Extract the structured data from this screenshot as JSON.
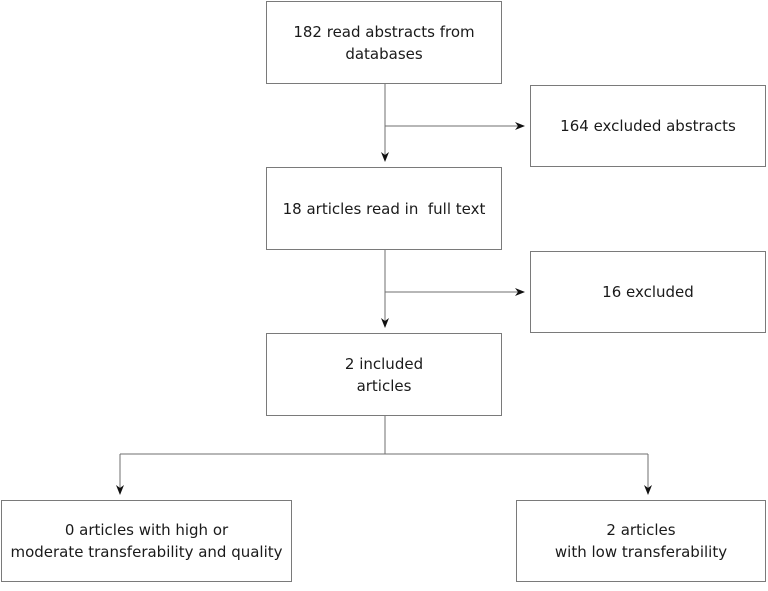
{
  "flowchart": {
    "identified": {
      "lines": [
        "182 read abstracts from",
        "databases"
      ]
    },
    "excluded_abstracts": {
      "lines": [
        "164 excluded abstracts"
      ]
    },
    "full_text": {
      "lines": [
        "18 articles read in  full text"
      ]
    },
    "excluded_full_text": {
      "lines": [
        "16 excluded"
      ]
    },
    "included": {
      "lines": [
        "2 included",
        "articles"
      ]
    },
    "high_quality": {
      "lines": [
        "0 articles with high or",
        "moderate transferability and quality"
      ]
    },
    "low_transferability": {
      "lines": [
        "2 articles",
        "with low transferability"
      ]
    }
  },
  "colors": {
    "border": "#7a7a7a",
    "line": "#6f6f6f",
    "arrowhead": "#111111",
    "text": "#1a1a1a"
  }
}
